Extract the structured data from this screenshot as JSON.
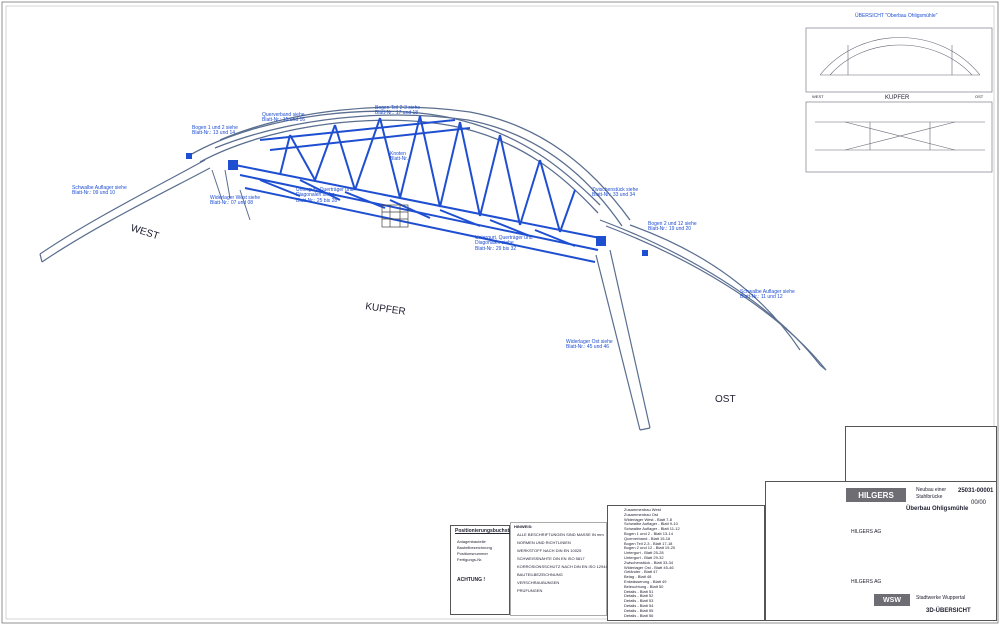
{
  "drawing": {
    "main_labels": {
      "west": "WEST",
      "kupfer": "KUPFER",
      "ost": "OST"
    },
    "callouts": {
      "bogen_west": "Bogen 1 und 2 siehe\nBlatt-Nr.: 13 und 14",
      "kragen_top": "Bogen Teil 2-3 siehe\nBlatt-Nr.: 17 und 18",
      "querverband": "Querverband siehe\nBlatt-Nr.: 15 und 16",
      "obergurt_left": "Schwalbe Auflager siehe\nBlatt-Nr.: 09 und 10",
      "untergurt": "Untergurt, Querträger und\nDiagonalen siehe\nBlatt-Nr.: 25 bis 28",
      "knoten": "Knoten\nBlatt-Nr.",
      "widerlager_west": "Widerlager West siehe\nBlatt-Nr.: 07 und 08",
      "zwischen_right": "Zwischenstück siehe\nBlatt-Nr.: 33 und 34",
      "untergurt_right": "Untergurt, Querträger und\nDiagonalen siehe\nBlatt-Nr.: 29 bis 32",
      "bogen_ost": "Bogen 2 und 12 siehe\nBlatt-Nr.: 19 und 20",
      "schwalbe_ost": "Schwalbe Auflager siehe\nBlatt-Nr.: 11 und 12",
      "widerlager_ost": "Widerlager Ost siehe\nBlatt-Nr.: 45 und 46"
    }
  },
  "overview": {
    "title": "ÜBERSICHT \"Oberbau Ohligsmühle\"",
    "west": "WEST",
    "kupfer": "KUPFER",
    "ost": "OST"
  },
  "legend": {
    "header": "Positionierungsbuchstaben",
    "note_title": "ACHTUNG !",
    "rows": [
      "Anlagenbauteile",
      "Bauteilbezeichnung",
      "Positionsnummer",
      "Fertigungs-Nr."
    ]
  },
  "notes": {
    "heading": "HINWEIS:",
    "rows": [
      "ALLE BESCHRIFTUNGEN SIND MASSE IN mm",
      "NORMEN UND RICHTLINIEN",
      "WERKSTOFF NACH DIN EN 10025",
      "SCHWEISSNÄHTE DIN EN ISO 5817",
      "KORROSIONSSCHUTZ NACH DIN EN ISO 12944",
      "BAUTEILBEZEICHNUNG",
      "VERSCHRAUBUNGEN",
      "PRÜFUNGEN"
    ]
  },
  "sheet_list": {
    "rows": [
      "Zusammenbau West",
      "Zusammenbau Ost",
      "Widerlager West - Blatt 7-8",
      "Schwalbe Auflager - Blatt 9-10",
      "Schwalbe Auflager - Blatt 11-12",
      "Bogen 1 und 2 - Blatt 13-14",
      "Querverband - Blatt 15-16",
      "Bogen Teil 2-3 - Blatt 17-18",
      "Bogen 2 und 12 - Blatt 19-20",
      "Untergurt - Blatt 25-28",
      "Untergurt - Blatt 29-32",
      "Zwischenstück - Blatt 33-34",
      "Widerlager Ost - Blatt 45-46",
      "Geländer - Blatt 47",
      "Belag - Blatt 48",
      "Entwässerung - Blatt 49",
      "Beleuchtung - Blatt 50",
      "Details - Blatt 51",
      "Details - Blatt 52",
      "Details - Blatt 53",
      "Details - Blatt 54",
      "Details - Blatt 55",
      "Details - Blatt 56"
    ]
  },
  "title_block": {
    "company": "HILGERS",
    "company_full": "HILGERS AG",
    "project_line1": "Neubau einer",
    "project_line2": "Stahlbrücke",
    "project_name": "Überbau Ohligsmühle",
    "drawing_no": "25031-00001",
    "scale": "00/00",
    "sheet_title": "3D-ÜBERSICHT",
    "client_logo": "WSW",
    "client_text": "Stadtwerke Wuppertal"
  }
}
